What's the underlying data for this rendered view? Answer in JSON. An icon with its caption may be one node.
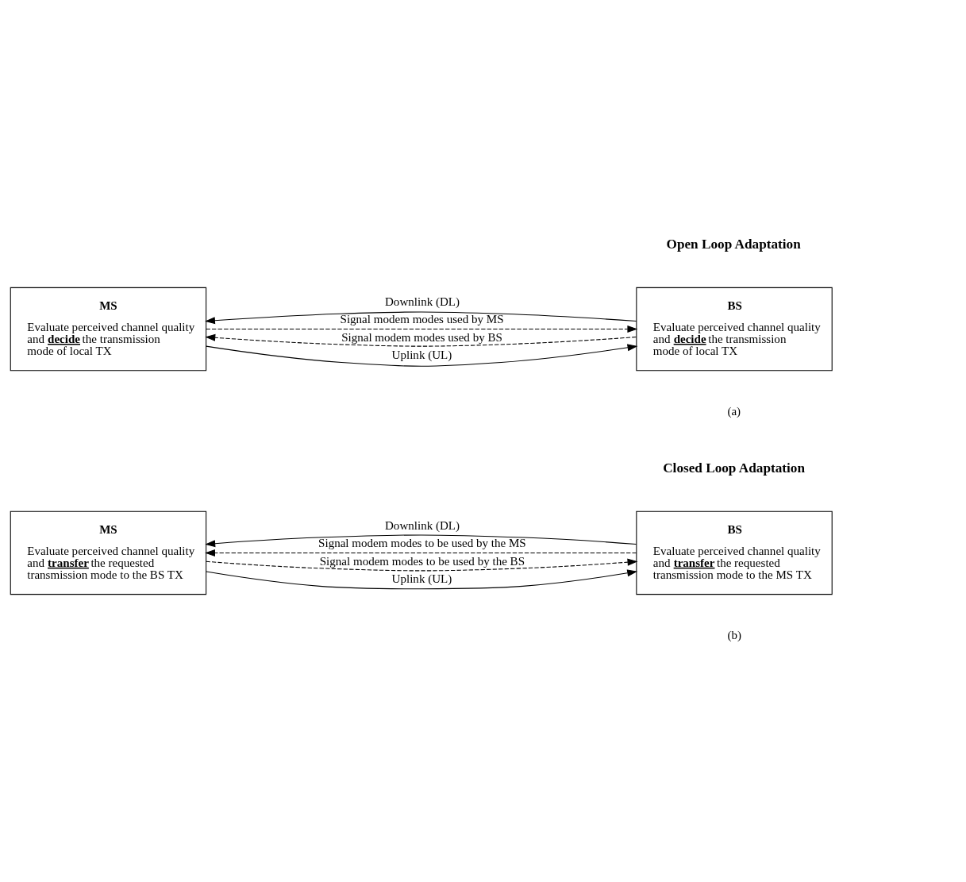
{
  "diagram": {
    "nodes": [
      {
        "text": [
          "MS",
          "Evaluate perceived channel quality and **decide** the transmission mode of local TX"
        ]
      },
      {
        "text": [
          "BS",
          "Evaluate perceived channel quality and **decide** the transmission mode of local TX"
        ]
      },
      {
        "text": [
          "MS",
          "Evaluate perceived channel quality and **transfer** the requested transmission mode to the BS TX"
        ]
      },
      {
        "text": [
          "BS",
          "Evaluate perceived channel quality and **transfer** the requested transmission mode to the MS TX"
        ]
      }
    ],
    "edges": [
      {
        "from": 0,
        "to": 1,
        "arrow": "to",
        "label": "Uplink (UL)"
      },
      {
        "from": 0,
        "to": 1,
        "arrow": "to",
        "style": "dashed",
        "label": "Signal modem modes used by MS"
      },
      {
        "from": 1,
        "to": 0,
        "arrow": "to",
        "label": "Downlink (DL)"
      },
      {
        "from": 1,
        "to": 0,
        "arrow": "to",
        "style": "dashed",
        "label": "Signal modem modes used by BS"
      },
      {
        "from": 2,
        "to": 3,
        "arrow": "to",
        "label": "Uplink (UL)"
      },
      {
        "from": 2,
        "to": 3,
        "arrow": "to",
        "style": "dashed",
        "label": "Signal modem modes to be used by the BS"
      },
      {
        "from": 3,
        "to": 2,
        "arrow": "to",
        "label": "Downlink (DL)"
      },
      {
        "from": 3,
        "to": 2,
        "arrow": "to",
        "style": "dashed",
        "label": "Signal modem modes to be used by the MS"
      }
    ],
    "labels": [
      "Open Loop Adaptation",
      "(a)",
      "Closed Loop Adaptation",
      "(b)"
    ]
  }
}
